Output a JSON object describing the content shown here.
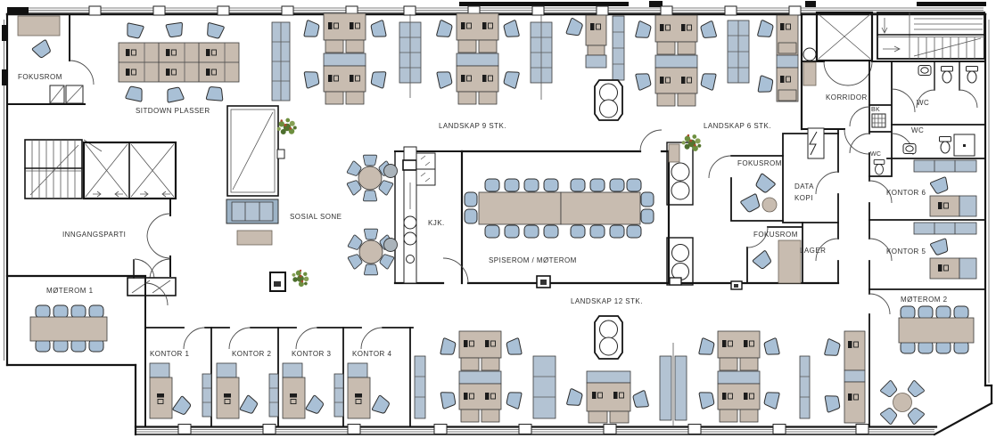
{
  "meta": {
    "description": "Norwegian office floor plan drawing",
    "language": "no"
  },
  "colors": {
    "wall": "#141414",
    "desk_tan": "#c8bcb0",
    "furniture_blue": "#a9c0d6",
    "cabinet_blue": "#b3c3d3",
    "sofa_frame": "#9db3c6",
    "plant_green": "#55742f",
    "plant_accent": "#a84b2d",
    "floor": "#ffffff",
    "label_text": "#2f2f2f"
  },
  "labels": {
    "fokusrom_top_left": "FOKUSROM",
    "sitdown_plasser": "SITDOWN PLASSER",
    "landskap_9": "LANDSKAP 9 STK.",
    "landskap_6": "LANDSKAP 6 STK.",
    "korridor": "KORRIDOR",
    "bk": "BK",
    "wc_top": "WC",
    "wc_mid": "WC",
    "wc_small": "WC",
    "inngangsparti": "INNGANGSPARTI",
    "sosial_sone": "SOSIAL SONE",
    "kjk": "KJK.",
    "spiserom": "SPISEROM / MØTEROM",
    "fokusrom_mid_upper": "FOKUSROM",
    "fokusrom_mid_lower": "FOKUSROM",
    "data_kopi": "DATA KOPI",
    "lager": "LAGER",
    "kontor_6": "KONTOR 6",
    "kontor_5": "KONTOR 5",
    "moterom_1": "MØTEROM 1",
    "moterom_2": "MØTEROM 2",
    "landskap_12": "LANDSKAP 12 STK.",
    "kontor_1": "KONTOR 1",
    "kontor_2": "KONTOR 2",
    "kontor_3": "KONTOR 3",
    "kontor_4": "KONTOR 4"
  }
}
